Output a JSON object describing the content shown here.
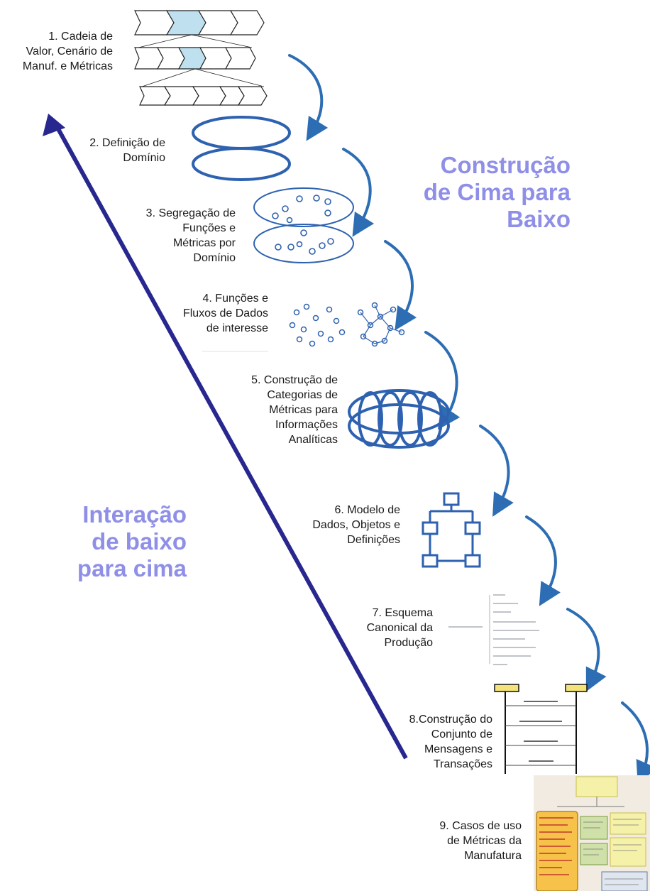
{
  "steps": [
    {
      "lines": [
        "1. Cadeia de",
        "Valor, Cenário de",
        "Manuf. e Métricas"
      ]
    },
    {
      "lines": [
        "2. Definição de",
        "Domínio"
      ]
    },
    {
      "lines": [
        "3. Segregação de",
        "Funções e",
        "Métricas por",
        "Domínio"
      ]
    },
    {
      "lines": [
        "4. Funções e",
        "Fluxos de Dados",
        "de interesse"
      ]
    },
    {
      "lines": [
        "5. Construção de",
        "Categorias de",
        "Métricas para",
        "Informações",
        "Analíticas"
      ]
    },
    {
      "lines": [
        "6. Modelo de",
        "Dados, Objetos e",
        "Definições"
      ]
    },
    {
      "lines": [
        "7. Esquema",
        "Canonical da",
        "Produção"
      ]
    },
    {
      "lines": [
        "8.Construção do",
        "Conjunto de",
        "Mensagens e",
        "Transações"
      ]
    },
    {
      "lines": [
        "9. Casos de uso",
        "de Métricas da",
        "Manufatura"
      ]
    }
  ],
  "top_down_label": {
    "lines": [
      "Construção",
      "de Cima para",
      "Baixo"
    ]
  },
  "bottom_up_label": {
    "lines": [
      "Interação",
      "de baixo",
      "para cima"
    ]
  },
  "colors": {
    "accent": "#8f8fe8",
    "arrow_blue": "#2d6db3",
    "diag_arrow": "#27278f",
    "shape": "#2e62b0"
  }
}
